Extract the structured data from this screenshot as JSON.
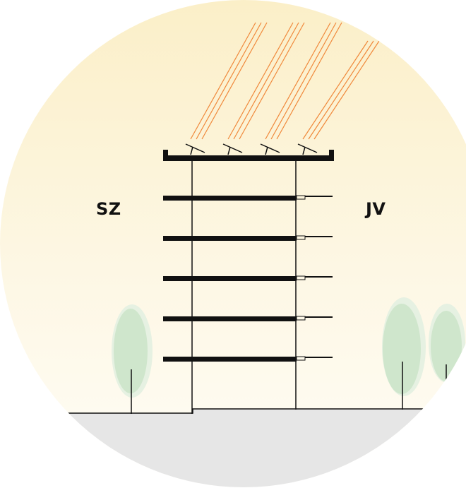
{
  "labels": {
    "west": "SZ",
    "east": "JV"
  },
  "colors": {
    "sky_top": "#fbefc8",
    "sky_bottom": "#fffdf4",
    "ground": "#e6e6e6",
    "sun_rays": "#f0883a",
    "structure": "#111111",
    "tree_fill": "#cfe6cc",
    "tree_halo": "#e6f1e2"
  },
  "diagram": {
    "floor_slabs": 5,
    "solar_panels": 4,
    "rays_per_panel": 3
  }
}
